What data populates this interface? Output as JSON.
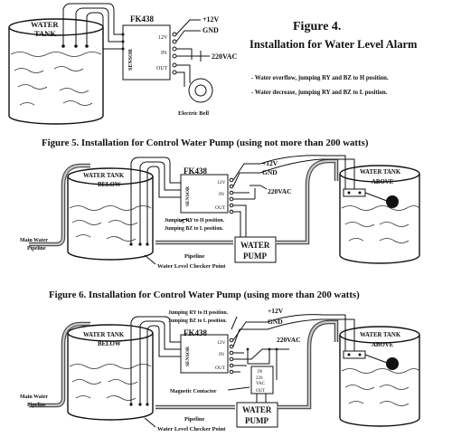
{
  "figure4": {
    "title_line1": "Figure 4.",
    "title_line2": "Installation for Water Level Alarm",
    "note1": "- Water overflow, jumping RY and BZ to H position.",
    "note2": "- Water decrease, jumping RY and BZ to L position.",
    "tank_label_1": "WATER",
    "tank_label_2": "TANK",
    "module": "FK438",
    "sensor": "SENSOR",
    "pin_12v": "12V",
    "pin_in": "IN",
    "pin_out": "OUT",
    "supply_12v": "+12V",
    "supply_gnd": "GND",
    "supply_ac": "220VAC",
    "bell": "Electric Bell"
  },
  "figure5": {
    "title": "Figure 5. Installation for Control Water Pump (using not more than 200 watts)",
    "tank_below_1": "WATER TANK",
    "tank_below_2": "BELOW",
    "tank_above_1": "WATER TANK",
    "tank_above_2": "ABOVE",
    "module": "FK438",
    "sensor": "SENSOR",
    "pin_12v": "12V",
    "pin_in": "IN",
    "pin_out": "OUT",
    "supply_12v": "+12V",
    "supply_gnd": "GND",
    "supply_ac": "220VAC",
    "jump_ry": "Jumping RY to H position.",
    "jump_bz": "Jumping BZ to L position.",
    "pump_1": "WATER",
    "pump_2": "PUMP",
    "main_pipe_1": "Main Water",
    "main_pipe_2": "Pipeline",
    "pipeline": "Pipeline",
    "checker": "Water Level Checker Point"
  },
  "figure6": {
    "title": "Figure 6. Installation for Control Water Pump (using more than 200 watts)",
    "tank_below_1": "WATER TANK",
    "tank_below_2": "BELOW",
    "tank_above_1": "WATER TANK",
    "tank_above_2": "ABOVE",
    "module": "FK438",
    "sensor": "SENSOR",
    "pin_12v": "12V",
    "pin_in": "IN",
    "pin_out": "OUT",
    "supply_12v": "+12V",
    "supply_gnd": "GND",
    "supply_ac": "220VAC",
    "jump_ry": "Jumping RY to H position.",
    "jump_bz": "Jumping BZ to L position.",
    "contactor_in": "IN",
    "contactor_v1": "220",
    "contactor_v2": "VAC",
    "contactor_out": "OUT",
    "magnetic": "Magnetic Contactor",
    "pump_1": "WATER",
    "pump_2": "PUMP",
    "main_pipe_1": "Main Water",
    "main_pipe_2": "Pipeline",
    "pipeline": "Pipeline",
    "checker": "Water Level Checker Point"
  }
}
